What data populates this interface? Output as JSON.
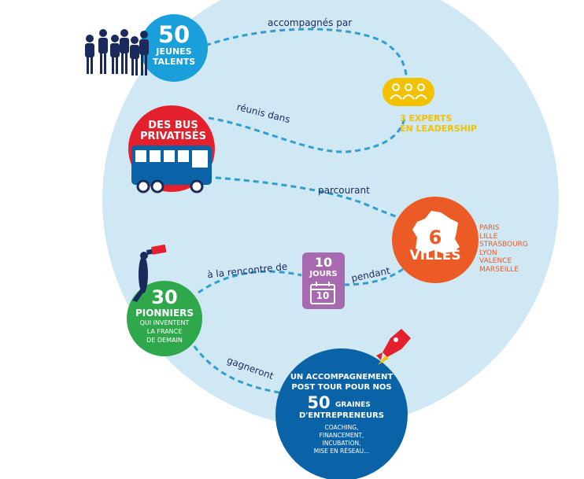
{
  "colors": {
    "background_circle": "#cfe8f3",
    "dash": "#2f9fd0",
    "navy": "#1b2a5c",
    "cyan": "#1a9fdb",
    "red": "#e4202d",
    "yellow": "#f2c200",
    "orange": "#ec5a25",
    "purple": "#a769b0",
    "green": "#2ea84a",
    "blue_dark": "#0b63a7"
  },
  "nodes": {
    "talents": {
      "number": "50",
      "line1": "JEUNES",
      "line2": "TALENTS",
      "icon": "group-people-icon"
    },
    "experts": {
      "line1": "3 EXPERTS",
      "line2": "EN LEADERSHIP",
      "icon": "three-people-icon"
    },
    "bus": {
      "line1": "DES BUS",
      "line2": "PRIVATISÉS",
      "icon": "bus-icon"
    },
    "cities": {
      "number": "6",
      "label": "VILLES",
      "icon": "france-map-icon",
      "list": [
        "PARIS",
        "LILLE",
        "STRASBOURG",
        "LYON",
        "VALENCE",
        "MARSEILLE"
      ]
    },
    "days": {
      "number": "10",
      "label": "JOURS",
      "calendar_day": "10",
      "icon": "calendar-icon"
    },
    "pioneers": {
      "number": "30",
      "label": "PIONNIERS",
      "line1": "QUI INVENTENT",
      "line2": "LA FRANCE",
      "line3": "DE DEMAIN",
      "icon": "lookout-telescope-icon"
    },
    "support": {
      "line1": "UN ACCOMPAGNEMENT",
      "line2": "POST TOUR POUR NOS",
      "number": "50",
      "number_suffix": "GRAINES",
      "line3": "D'ENTREPRENEURS",
      "small1": "COACHING,",
      "small2": "FINANCEMENT,",
      "small3": "INCUBATION,",
      "small4": "MISE EN RÉSEAU...",
      "icon": "rocket-icon"
    }
  },
  "connectors": {
    "c1": "accompagnés par",
    "c2": "réunis dans",
    "c3": "parcourant",
    "c4": "pendant",
    "c5": "à la rencontre de",
    "c6": "gagneront"
  }
}
